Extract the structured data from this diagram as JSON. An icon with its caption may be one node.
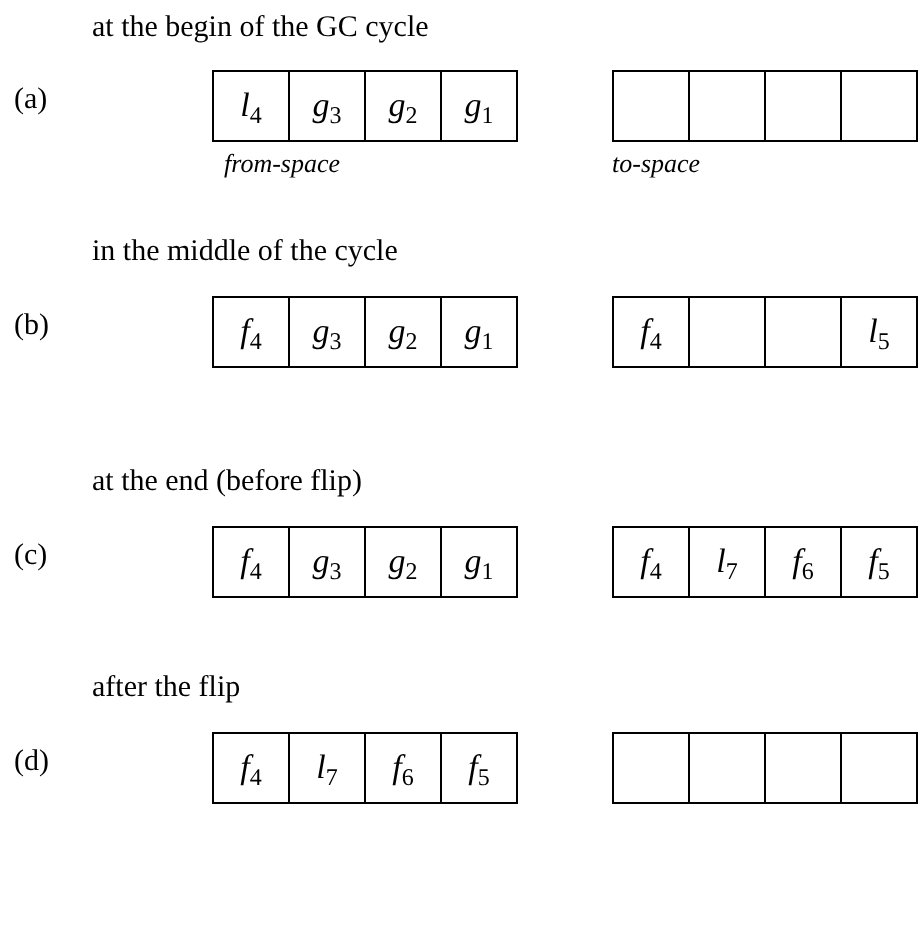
{
  "diagram": {
    "nodes": [
      {
        "text": [
          "l$_{4}$"
        ]
      },
      {
        "text": [
          "g$_{3}$"
        ]
      },
      {
        "text": [
          "g$_{2}$"
        ]
      },
      {
        "text": [
          "g$_{1}$"
        ]
      },
      {
        "text": [],
        "shape": "box"
      },
      {
        "text": [],
        "shape": "box"
      },
      {
        "text": [],
        "shape": "box"
      },
      {
        "text": [],
        "shape": "box"
      },
      {
        "text": [
          "f$_{4}$"
        ]
      },
      {
        "text": [
          "g$_{3}$"
        ]
      },
      {
        "text": [
          "g$_{2}$"
        ]
      },
      {
        "text": [
          "g$_{1}$"
        ]
      },
      {
        "text": [
          "f$_{4}$"
        ]
      },
      {
        "text": [],
        "shape": "box"
      },
      {
        "text": [],
        "shape": "box"
      },
      {
        "text": [
          "l$_{5}$"
        ]
      },
      {
        "text": [
          "f$_{4}$"
        ]
      },
      {
        "text": [
          "g$_{3}$"
        ]
      },
      {
        "text": [
          "g$_{2}$"
        ]
      },
      {
        "text": [
          "g$_{1}$"
        ]
      },
      {
        "text": [
          "f$_{4}$"
        ]
      },
      {
        "text": [
          "l$_{7}$"
        ]
      },
      {
        "text": [
          "f$_{6}$"
        ]
      },
      {
        "text": [
          "f$_{5}$"
        ]
      },
      {
        "text": [
          "f$_{4}$"
        ]
      },
      {
        "text": [
          "l$_{7}$"
        ]
      },
      {
        "text": [
          "f$_{6}$"
        ]
      },
      {
        "text": [
          "f$_{5}$"
        ]
      },
      {
        "text": [],
        "shape": "box"
      },
      {
        "text": [],
        "shape": "box"
      },
      {
        "text": [],
        "shape": "box"
      },
      {
        "text": [],
        "shape": "box"
      }
    ],
    "labels": [
      "at the begin of the GC cycle",
      "(a)",
      "from-space",
      "to-space",
      "in the middle of the cycle",
      "(b)",
      "at the end (before flip)",
      "(c)",
      "after the flip",
      "(d)"
    ]
  }
}
